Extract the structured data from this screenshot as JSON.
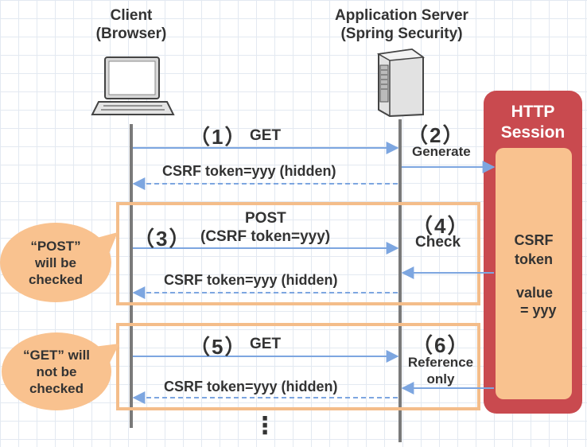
{
  "client": {
    "title": "Client",
    "subtitle": "(Browser)"
  },
  "server": {
    "title": "Application Server",
    "subtitle": "(Spring Security)"
  },
  "session": {
    "title": "HTTP",
    "subtitle": "Session",
    "token_label": "CSRF",
    "token_label2": "token",
    "value_label": "value",
    "value_eq": "= yyy"
  },
  "steps": {
    "s1": {
      "num": "（1）",
      "label": "GET"
    },
    "s2": {
      "num": "（2）",
      "label": "Generate"
    },
    "s3": {
      "num": "（3）",
      "label1": "POST",
      "label2": "(CSRF token=yyy)"
    },
    "s4": {
      "num": "（4）",
      "label": "Check"
    },
    "s5": {
      "num": "（5）",
      "label": "GET"
    },
    "s6": {
      "num": "（6）",
      "label1": "Reference",
      "label2": "only"
    }
  },
  "responses": {
    "r1": "CSRF token=yyy (hidden)",
    "r2": "CSRF token=yyy (hidden)",
    "r3": "CSRF token=yyy (hidden)"
  },
  "bubbles": {
    "post": [
      "“POST”",
      "will be",
      "checked"
    ],
    "get": [
      "“GET” will",
      "not be",
      "checked"
    ]
  },
  "continuation": "⋮",
  "colors": {
    "arrow": "#7da6e0",
    "frame": "#f4bd8a",
    "session": "#c94a4f",
    "bubble": "#f9c28f"
  }
}
